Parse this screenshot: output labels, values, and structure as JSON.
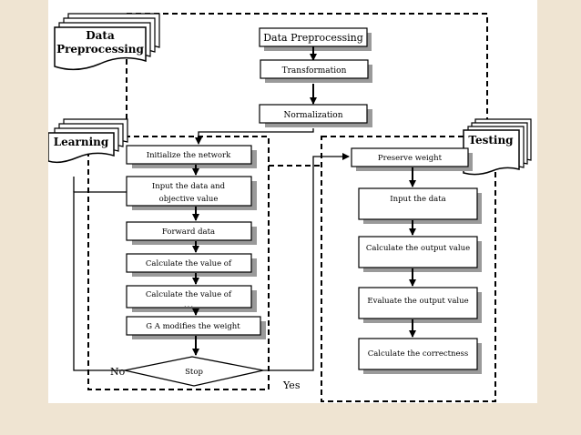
{
  "colors": {
    "page_bg": "#efe4d2",
    "canvas_bg": "#ffffff",
    "ink": "#000000",
    "shadow": "#9a9a9a"
  },
  "docs": {
    "data_preprocessing": {
      "line1": "Data",
      "line2": "Preprocessing"
    },
    "learning": "Learning",
    "testing": "Testing"
  },
  "top_flow": {
    "data_preprocessing": "Data Preprocessing",
    "transformation": "Transformation",
    "normalization": "Normalization"
  },
  "learning_flow": {
    "initialize": "Initialize the network",
    "input_line1": "Input the data and",
    "input_line2": "objective value",
    "forward": "Forward data",
    "calc1": "Calculate the value of",
    "calc2": "Calculate the value of",
    "calc2_extra": ". . .",
    "ga": "G A modifies the weight",
    "stop": "Stop",
    "no": "No",
    "yes": "Yes"
  },
  "testing_flow": {
    "preserve": "Preserve weight",
    "input": "Input the data",
    "calc_output": "Calculate the output value",
    "evaluate": "Evaluate the output value",
    "correctness": "Calculate the correctness"
  }
}
